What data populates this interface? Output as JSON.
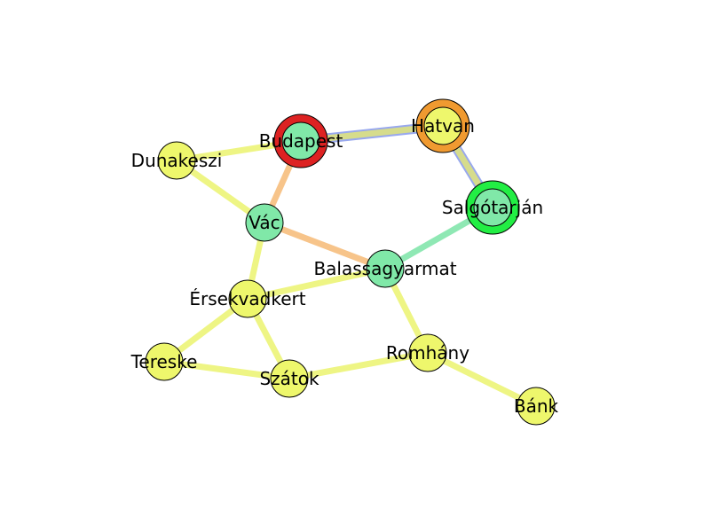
{
  "colors": {
    "node_yellow": "#eef76c",
    "node_green": "#80e8a8",
    "edge_yellow": "#eef584",
    "edge_orange": "#f7c48a",
    "edge_green": "#8fe8b4",
    "edge_blue": "#98a8ee",
    "edge_olive": "#d6dc8c",
    "ring_red": "#dd2222",
    "ring_orange": "#f09a30",
    "ring_green": "#22ee44"
  },
  "nodes": [
    {
      "id": "budapest",
      "label": "Budapest",
      "fill": "node_green",
      "ring": "ring_red"
    },
    {
      "id": "hatvan",
      "label": "Hatvan",
      "fill": "node_yellow",
      "ring": "ring_orange"
    },
    {
      "id": "salgotarjan",
      "label": "Salgótarján",
      "fill": "node_green",
      "ring": "ring_green"
    },
    {
      "id": "dunakeszi",
      "label": "Dunakeszi",
      "fill": "node_yellow",
      "ring": null
    },
    {
      "id": "vac",
      "label": "Vác",
      "fill": "node_green",
      "ring": null
    },
    {
      "id": "balassagyarmat",
      "label": "Balassagyarmat",
      "fill": "node_green",
      "ring": null
    },
    {
      "id": "ersekvadkert",
      "label": "Érsekvadkert",
      "fill": "node_yellow",
      "ring": null
    },
    {
      "id": "tereske",
      "label": "Tereske",
      "fill": "node_yellow",
      "ring": null
    },
    {
      "id": "szatok",
      "label": "Szátok",
      "fill": "node_yellow",
      "ring": null
    },
    {
      "id": "romhany",
      "label": "Romhány",
      "fill": "node_yellow",
      "ring": null
    },
    {
      "id": "bank",
      "label": "Bánk",
      "fill": "node_yellow",
      "ring": null
    }
  ],
  "edges": [
    {
      "from": "dunakeszi",
      "to": "budapest",
      "color": "edge_yellow",
      "highlight": null
    },
    {
      "from": "dunakeszi",
      "to": "vac",
      "color": "edge_yellow",
      "highlight": null
    },
    {
      "from": "budapest",
      "to": "vac",
      "color": "edge_orange",
      "highlight": null
    },
    {
      "from": "budapest",
      "to": "hatvan",
      "color": "edge_olive",
      "highlight": "edge_blue"
    },
    {
      "from": "hatvan",
      "to": "salgotarjan",
      "color": "edge_olive",
      "highlight": "edge_blue"
    },
    {
      "from": "salgotarjan",
      "to": "balassagyarmat",
      "color": "edge_green",
      "highlight": null
    },
    {
      "from": "vac",
      "to": "balassagyarmat",
      "color": "edge_orange",
      "highlight": null
    },
    {
      "from": "vac",
      "to": "ersekvadkert",
      "color": "edge_yellow",
      "highlight": null
    },
    {
      "from": "balassagyarmat",
      "to": "ersekvadkert",
      "color": "edge_yellow",
      "highlight": null
    },
    {
      "from": "balassagyarmat",
      "to": "romhany",
      "color": "edge_yellow",
      "highlight": null
    },
    {
      "from": "ersekvadkert",
      "to": "tereske",
      "color": "edge_yellow",
      "highlight": null
    },
    {
      "from": "ersekvadkert",
      "to": "szatok",
      "color": "edge_yellow",
      "highlight": null
    },
    {
      "from": "tereske",
      "to": "szatok",
      "color": "edge_yellow",
      "highlight": null
    },
    {
      "from": "szatok",
      "to": "romhany",
      "color": "edge_yellow",
      "highlight": null
    },
    {
      "from": "romhany",
      "to": "bank",
      "color": "edge_yellow",
      "highlight": null
    }
  ]
}
